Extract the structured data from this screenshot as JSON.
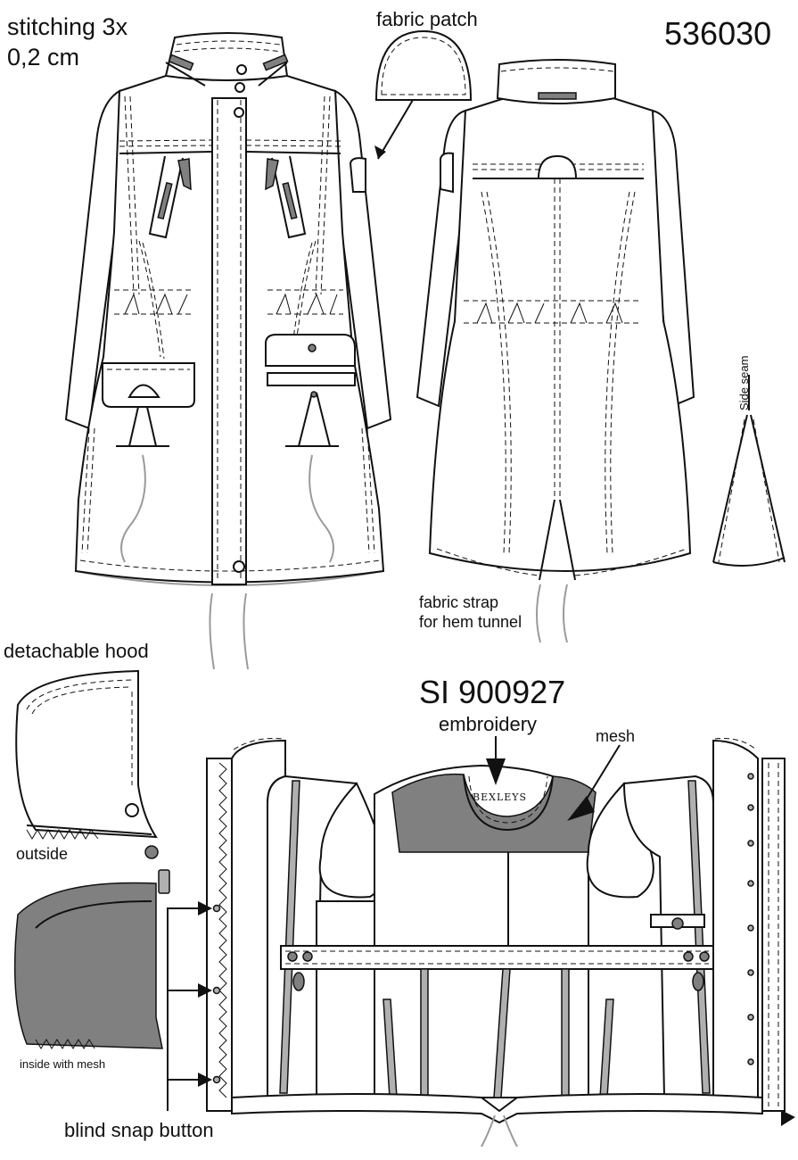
{
  "labels": {
    "stitching_line1": "stitching 3x",
    "stitching_line2": "0,2 cm",
    "fabric_patch": "fabric patch",
    "article_number": "536030",
    "side_seam": "Side seam",
    "fabric_strap_line1": "fabric strap",
    "fabric_strap_line2": "for hem tunnel",
    "detachable_hood": "detachable hood",
    "style_number": "SI 900927",
    "embroidery": "embroidery",
    "mesh": "mesh",
    "outside": "outside",
    "inside_with_mesh": "inside with mesh",
    "blind_snap_button": "blind snap button",
    "brand_logo": "BEXLEYS"
  },
  "colors": {
    "line": "#111111",
    "mesh_fill": "#808080",
    "drawcord": "#9a9a9a",
    "background": "#ffffff"
  }
}
